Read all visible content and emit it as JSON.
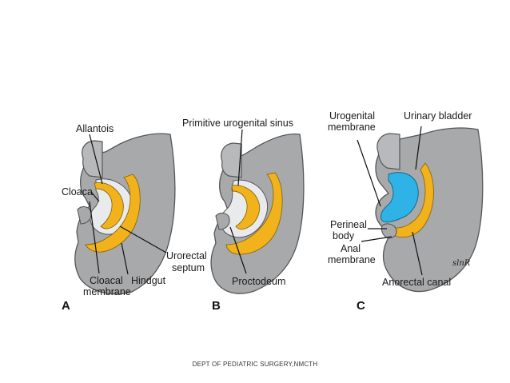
{
  "footer": "DEPT OF PEDIATRIC SURGERY,NMCTH",
  "colors": {
    "tissue_gray": "#a8a9ab",
    "tissue_outline": "#555659",
    "cavity_light": "#e9eaec",
    "hindgut_yellow": "#f2b21c",
    "bladder_blue": "#2fb3e6",
    "background": "#ffffff"
  },
  "panels": [
    {
      "letter": "A",
      "labels": {
        "allantois": "Allantois",
        "cloaca": "Cloaca",
        "cloacal_membrane_1": "Cloacal",
        "cloacal_membrane_2": "membrane",
        "hindgut": "Hindgut",
        "urorectal_septum_1": "Urorectal",
        "urorectal_septum_2": "septum"
      }
    },
    {
      "letter": "B",
      "labels": {
        "primitive_urogenital_sinus": "Primitive urogenital sinus",
        "proctodeum": "Proctodeum"
      }
    },
    {
      "letter": "C",
      "labels": {
        "urogenital_membrane_1": "Urogenital",
        "urogenital_membrane_2": "membrane",
        "urinary_bladder": "Urinary bladder",
        "perineal_body_1": "Perineal",
        "perineal_body_2": "body",
        "anal_membrane_1": "Anal",
        "anal_membrane_2": "membrane",
        "anorectal_canal": "Anorectal canal",
        "signature": "slnR"
      }
    }
  ]
}
